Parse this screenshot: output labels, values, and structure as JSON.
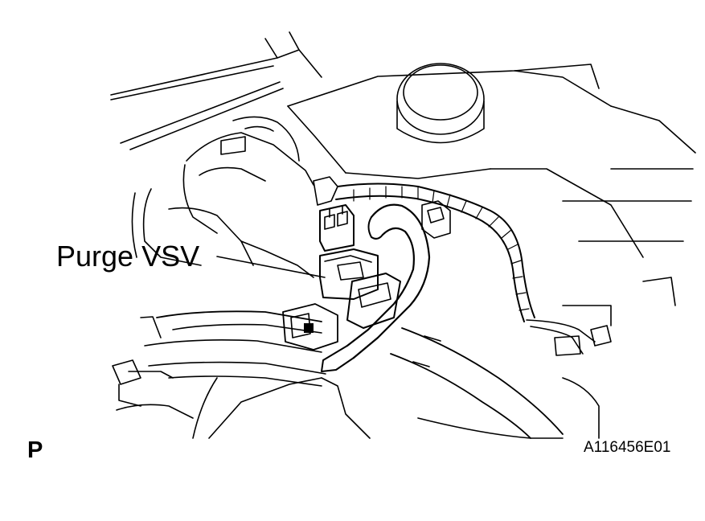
{
  "callout": {
    "label": "Purge VSV"
  },
  "view_letter": "P",
  "drawing_code": "A116456E01"
}
